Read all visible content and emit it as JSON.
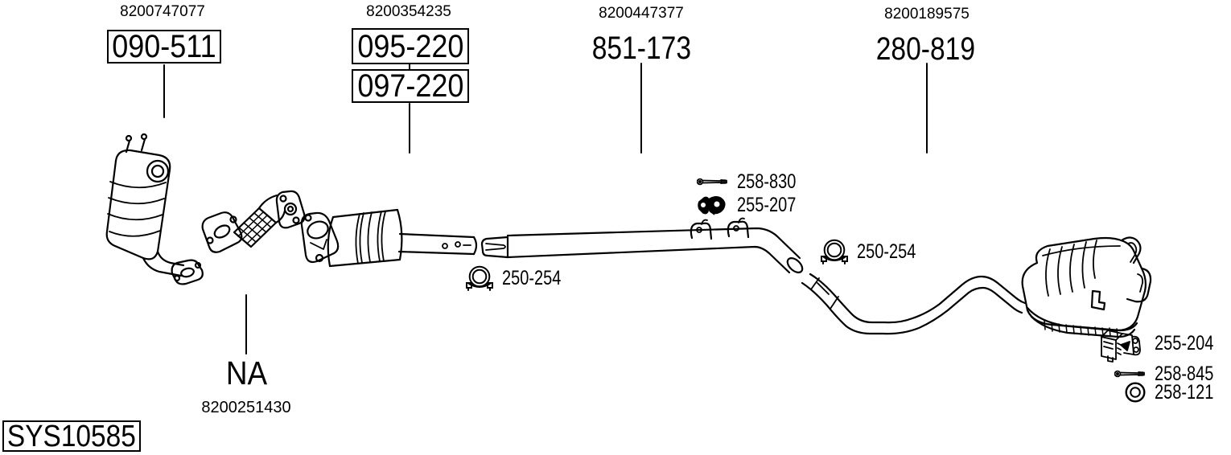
{
  "diagram": {
    "system_code": "SYS10585",
    "top_labels": [
      {
        "oe_ref": "8200747077",
        "codes": [
          "090-511"
        ],
        "boxed": true
      },
      {
        "oe_ref": "8200354235",
        "codes": [
          "095-220",
          "097-220"
        ],
        "boxed": true
      },
      {
        "oe_ref": "8200447377",
        "codes": [
          "851-173"
        ],
        "boxed": false
      },
      {
        "oe_ref": "8200189575",
        "codes": [
          "280-819"
        ],
        "boxed": false
      }
    ],
    "callouts": [
      {
        "icon": "bolt-icon",
        "label": "258-830"
      },
      {
        "icon": "rubber-hanger-icon",
        "label": "255-207"
      },
      {
        "icon": "clamp-icon",
        "label": "250-254"
      },
      {
        "icon": "clamp-icon",
        "label": "250-254"
      },
      {
        "icon": "bracket-icon",
        "label": "255-204"
      },
      {
        "icon": "bolt-icon",
        "label": "258-845"
      },
      {
        "icon": "gasket-ring-icon",
        "label": "258-121"
      }
    ],
    "not_available": {
      "label": "NA",
      "oe_ref": "8200251430"
    }
  },
  "colors": {
    "line": "#000000",
    "background": "#ffffff"
  }
}
